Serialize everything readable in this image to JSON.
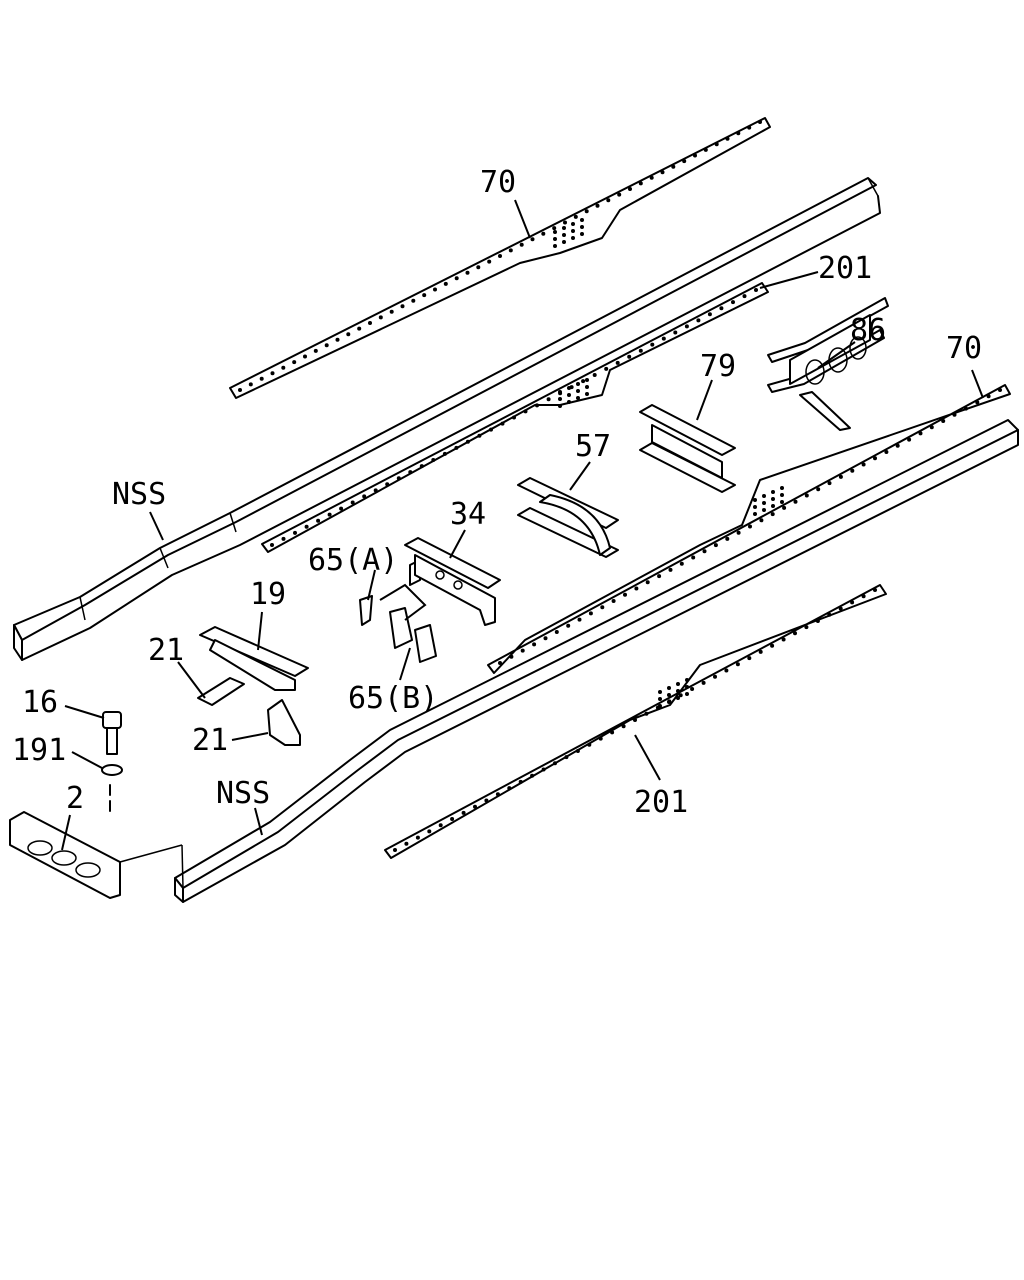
{
  "labels": {
    "nss_upper": "NSS",
    "nss_lower": "NSS",
    "p70_upper": "70",
    "p70_right": "70",
    "p201_upper": "201",
    "p201_lower": "201",
    "p86": "86",
    "p79": "79",
    "p57": "57",
    "p34": "34",
    "p65a": "65(A)",
    "p65b": "65(B)",
    "p19": "19",
    "p21_upper": "21",
    "p21_lower": "21",
    "p16": "16",
    "p191": "191",
    "p2": "2"
  }
}
